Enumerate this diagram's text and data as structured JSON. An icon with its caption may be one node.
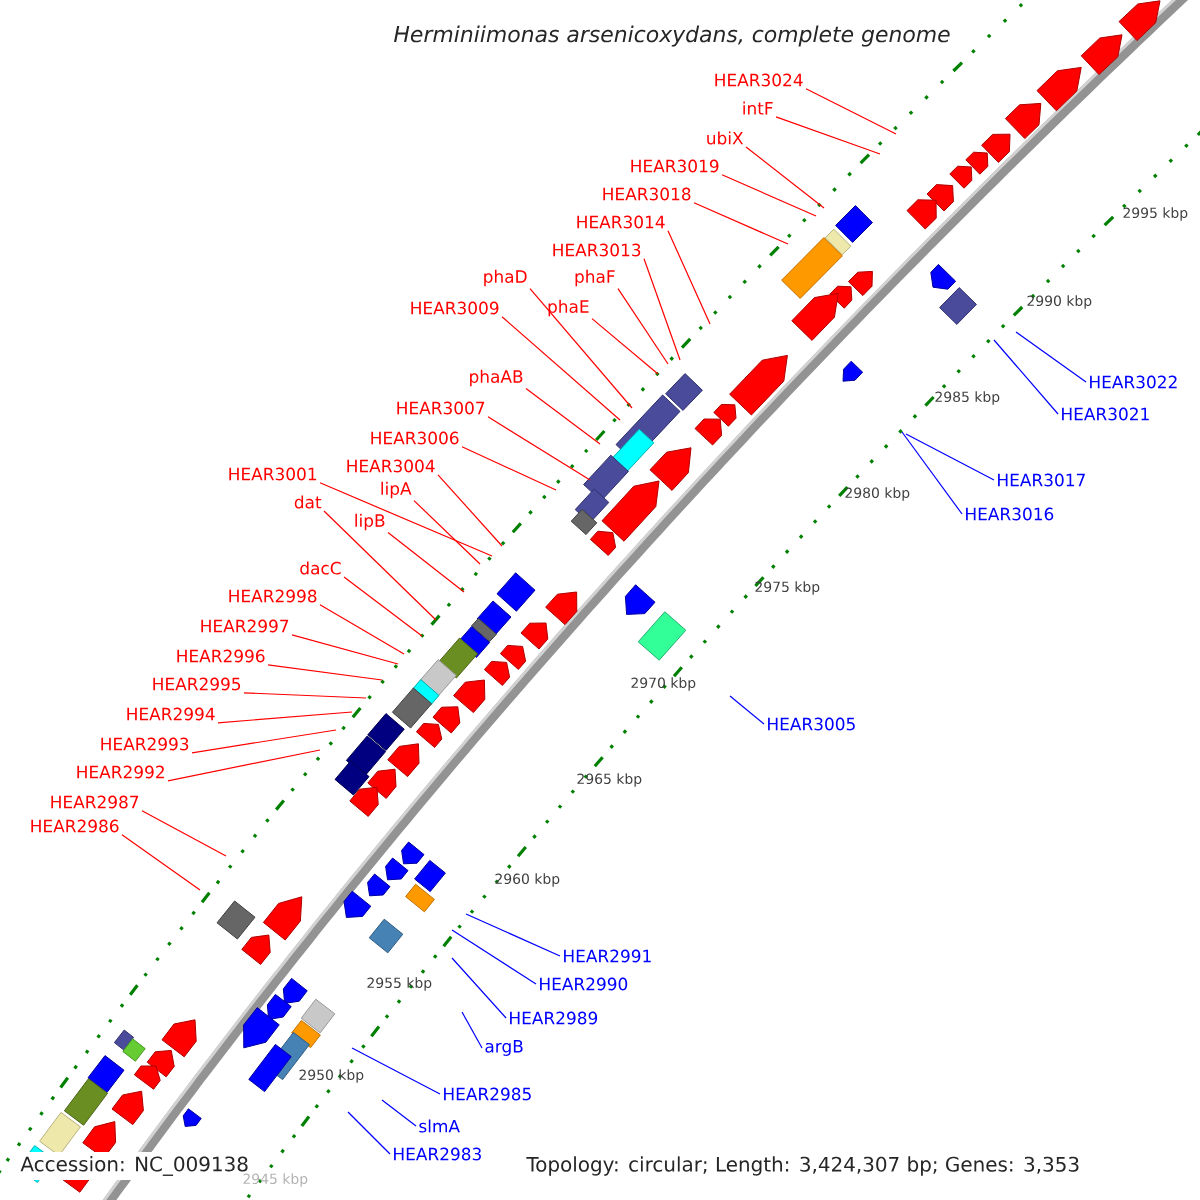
{
  "diagram": {
    "title": "Herminiimonas arsenicoxydans, complete genome",
    "nodes": [
      {
        "text": [
          "HEAR3024"
        ]
      },
      {
        "text": [
          "intF"
        ]
      },
      {
        "text": [
          "ubiX"
        ]
      },
      {
        "text": [
          "HEAR3019"
        ]
      },
      {
        "text": [
          "HEAR3018"
        ]
      },
      {
        "text": [
          "HEAR3014"
        ]
      },
      {
        "text": [
          "HEAR3013"
        ]
      },
      {
        "text": [
          "phaD"
        ]
      },
      {
        "text": [
          "phaF"
        ]
      },
      {
        "text": [
          "HEAR3009"
        ]
      },
      {
        "text": [
          "phaE"
        ]
      },
      {
        "text": [
          "phaAB"
        ]
      },
      {
        "text": [
          "HEAR3007"
        ]
      },
      {
        "text": [
          "HEAR3006"
        ]
      },
      {
        "text": [
          "HEAR3004"
        ]
      },
      {
        "text": [
          "HEAR3001"
        ]
      },
      {
        "text": [
          "lipA"
        ]
      },
      {
        "text": [
          "dat"
        ]
      },
      {
        "text": [
          "lipB"
        ]
      },
      {
        "text": [
          "dacC"
        ]
      },
      {
        "text": [
          "HEAR2998"
        ]
      },
      {
        "text": [
          "HEAR2997"
        ]
      },
      {
        "text": [
          "HEAR2996"
        ]
      },
      {
        "text": [
          "HEAR2995"
        ]
      },
      {
        "text": [
          "HEAR2994"
        ]
      },
      {
        "text": [
          "HEAR2993"
        ]
      },
      {
        "text": [
          "HEAR2992"
        ]
      },
      {
        "text": [
          "HEAR2987"
        ]
      },
      {
        "text": [
          "HEAR2986"
        ]
      },
      {
        "text": [
          "HEAR3022"
        ]
      },
      {
        "text": [
          "HEAR3021"
        ]
      },
      {
        "text": [
          "HEAR3017"
        ]
      },
      {
        "text": [
          "HEAR3016"
        ]
      },
      {
        "text": [
          "HEAR3005"
        ]
      },
      {
        "text": [
          "HEAR2991"
        ]
      },
      {
        "text": [
          "HEAR2990"
        ]
      },
      {
        "text": [
          "HEAR2989"
        ]
      },
      {
        "text": [
          "argB"
        ]
      },
      {
        "text": [
          "HEAR2985"
        ]
      },
      {
        "text": [
          "slmA"
        ]
      },
      {
        "text": [
          "HEAR2983"
        ]
      }
    ],
    "edges": [
      {
        "from": 0,
        "to": null,
        "arrow": "none"
      },
      {
        "from": 1,
        "to": null,
        "arrow": "none"
      },
      {
        "from": 2,
        "to": null,
        "arrow": "none"
      },
      {
        "from": 3,
        "to": null,
        "arrow": "none"
      },
      {
        "from": 4,
        "to": null,
        "arrow": "none"
      },
      {
        "from": 5,
        "to": null,
        "arrow": "none"
      },
      {
        "from": 6,
        "to": null,
        "arrow": "none"
      },
      {
        "from": 7,
        "to": null,
        "arrow": "none"
      },
      {
        "from": 8,
        "to": null,
        "arrow": "none"
      },
      {
        "from": 9,
        "to": null,
        "arrow": "none"
      },
      {
        "from": 10,
        "to": null,
        "arrow": "none"
      },
      {
        "from": 11,
        "to": null,
        "arrow": "none"
      },
      {
        "from": 12,
        "to": null,
        "arrow": "none"
      },
      {
        "from": 13,
        "to": null,
        "arrow": "none"
      },
      {
        "from": 14,
        "to": null,
        "arrow": "none"
      },
      {
        "from": 15,
        "to": null,
        "arrow": "none"
      },
      {
        "from": 16,
        "to": null,
        "arrow": "none"
      },
      {
        "from": 17,
        "to": null,
        "arrow": "none"
      },
      {
        "from": 18,
        "to": null,
        "arrow": "none"
      },
      {
        "from": 19,
        "to": null,
        "arrow": "none"
      },
      {
        "from": 20,
        "to": null,
        "arrow": "none"
      },
      {
        "from": 21,
        "to": null,
        "arrow": "none"
      },
      {
        "from": 22,
        "to": null,
        "arrow": "none"
      },
      {
        "from": 23,
        "to": null,
        "arrow": "none"
      },
      {
        "from": 24,
        "to": null,
        "arrow": "none"
      },
      {
        "from": 25,
        "to": null,
        "arrow": "none"
      },
      {
        "from": 26,
        "to": null,
        "arrow": "none"
      },
      {
        "from": 27,
        "to": null,
        "arrow": "none"
      },
      {
        "from": 28,
        "to": null,
        "arrow": "none"
      },
      {
        "from": 29,
        "to": null,
        "arrow": "none",
        "color": "#0000ff"
      },
      {
        "from": 30,
        "to": null,
        "arrow": "none",
        "color": "#0000ff"
      },
      {
        "from": 31,
        "to": null,
        "arrow": "none",
        "color": "#0000ff"
      },
      {
        "from": 32,
        "to": null,
        "arrow": "none",
        "color": "#0000ff"
      },
      {
        "from": 33,
        "to": null,
        "arrow": "none",
        "color": "#0000ff"
      },
      {
        "from": 34,
        "to": null,
        "arrow": "none",
        "color": "#0000ff"
      },
      {
        "from": 35,
        "to": null,
        "arrow": "none",
        "color": "#0000ff"
      },
      {
        "from": 36,
        "to": null,
        "arrow": "none",
        "color": "#0000ff"
      },
      {
        "from": 37,
        "to": null,
        "arrow": "none",
        "color": "#0000ff"
      },
      {
        "from": 38,
        "to": null,
        "arrow": "none",
        "color": "#0000ff"
      },
      {
        "from": 39,
        "to": null,
        "arrow": "none",
        "color": "#0000ff"
      },
      {
        "from": 40,
        "to": null,
        "arrow": "none",
        "color": "#0000ff"
      }
    ],
    "labels": [
      "2995 kbp",
      "2990 kbp",
      "2985 kbp",
      "2980 kbp",
      "2975 kbp",
      "2970 kbp",
      "2965 kbp",
      "2960 kbp",
      "2955 kbp",
      "2950 kbp",
      "2945 kbp",
      "Accession: NC_009138",
      "Topology: circular; Length: 3,424,307 bp; Genes: 3,353"
    ]
  }
}
